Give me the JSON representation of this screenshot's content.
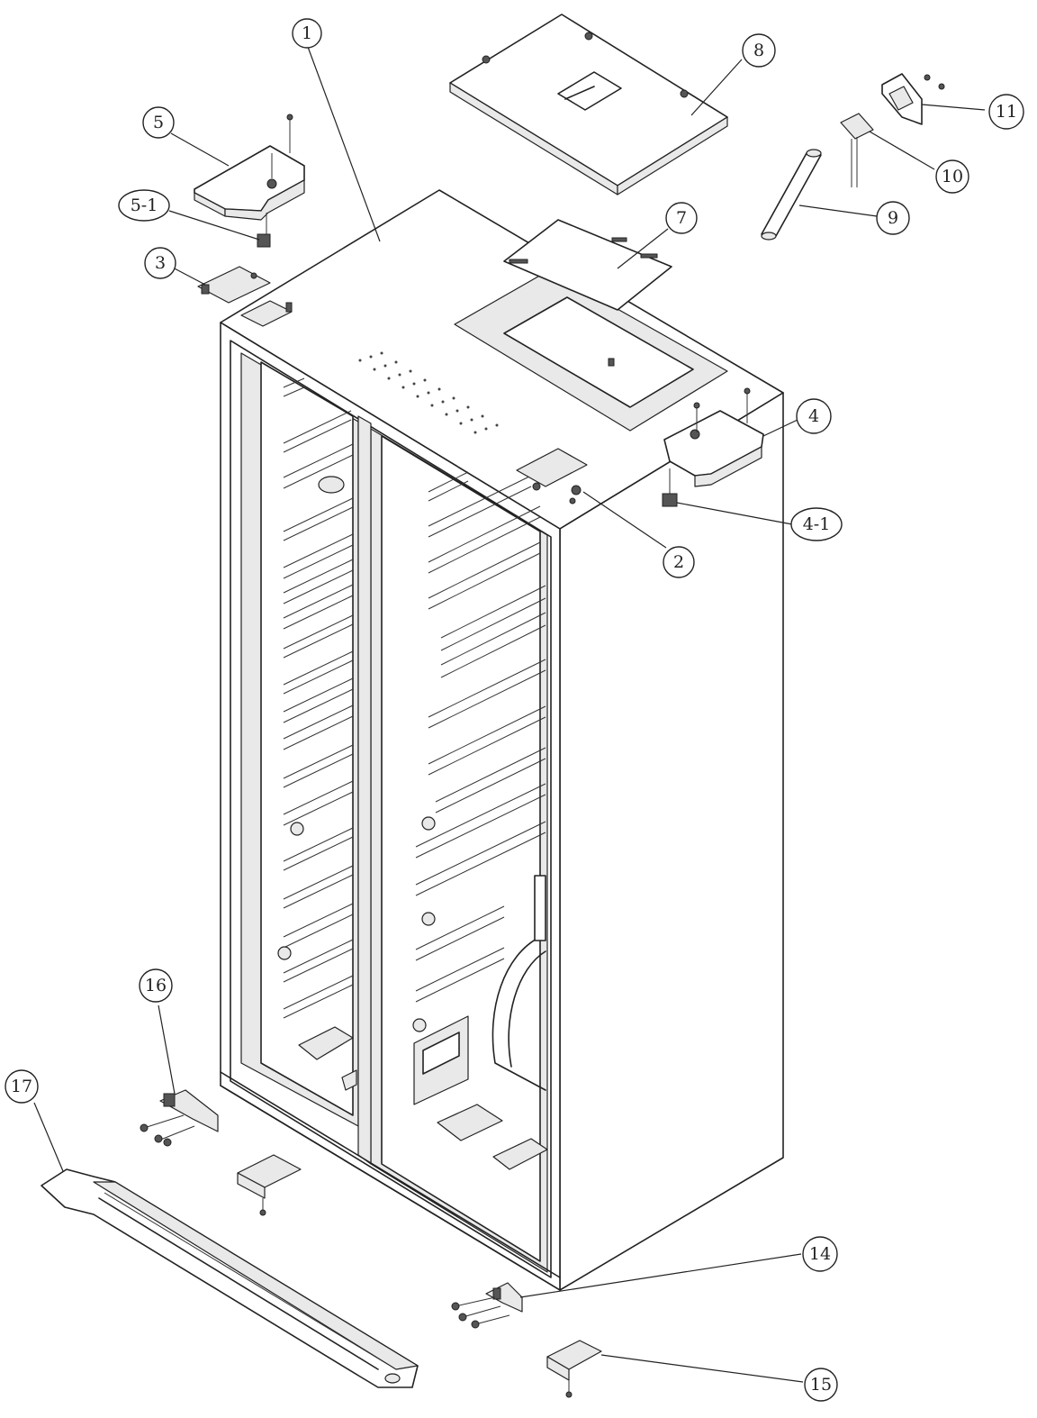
{
  "callouts": [
    {
      "id": "1",
      "label": "1"
    },
    {
      "id": "2",
      "label": "2"
    },
    {
      "id": "3",
      "label": "3"
    },
    {
      "id": "4",
      "label": "4"
    },
    {
      "id": "4-1",
      "label": "4-1"
    },
    {
      "id": "5",
      "label": "5"
    },
    {
      "id": "5-1",
      "label": "5-1"
    },
    {
      "id": "7",
      "label": "7"
    },
    {
      "id": "8",
      "label": "8"
    },
    {
      "id": "9",
      "label": "9"
    },
    {
      "id": "10",
      "label": "10"
    },
    {
      "id": "11",
      "label": "11"
    },
    {
      "id": "14",
      "label": "14"
    },
    {
      "id": "15",
      "label": "15"
    },
    {
      "id": "16",
      "label": "16"
    },
    {
      "id": "17",
      "label": "17"
    }
  ]
}
